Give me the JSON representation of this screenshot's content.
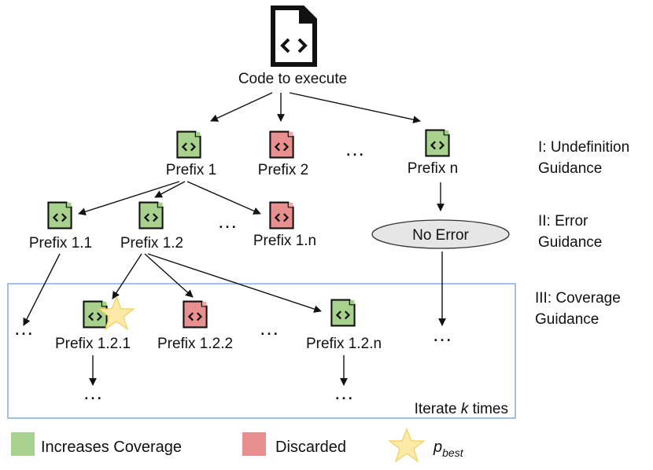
{
  "colors": {
    "coverage": "#a9d18e",
    "discarded": "#e88f8f",
    "frame": "#7ea6e0",
    "ellipse": "#e6e6e6",
    "star": "#fde9a8"
  },
  "root": {
    "label": "Code to execute",
    "icon": "code-file-icon"
  },
  "level1": {
    "prefix_1": "Prefix 1",
    "prefix_2": "Prefix 2",
    "prefix_n": "Prefix n"
  },
  "level2": {
    "prefix_1_1": "Prefix 1.1",
    "prefix_1_2": "Prefix 1.2",
    "prefix_1_n": "Prefix 1.n",
    "no_error": "No Error"
  },
  "level3": {
    "prefix_1_2_1": "Prefix 1.2.1",
    "prefix_1_2_2": "Prefix 1.2.2",
    "prefix_1_2_n": "Prefix 1.2.n"
  },
  "ellipsis": "…",
  "guidance": {
    "stage1_line1": "I: Undefinition",
    "stage1_line2": "Guidance",
    "stage2_line1": "II: Error",
    "stage2_line2": "Guidance",
    "stage3_line1": "III: Coverage",
    "stage3_line2": "Guidance"
  },
  "iterate": {
    "prefix": "Iterate ",
    "var": "k",
    "suffix": " times"
  },
  "legend": {
    "coverage": "Increases Coverage",
    "discarded": "Discarded",
    "best_symbol": "p",
    "best_sub": "best"
  }
}
